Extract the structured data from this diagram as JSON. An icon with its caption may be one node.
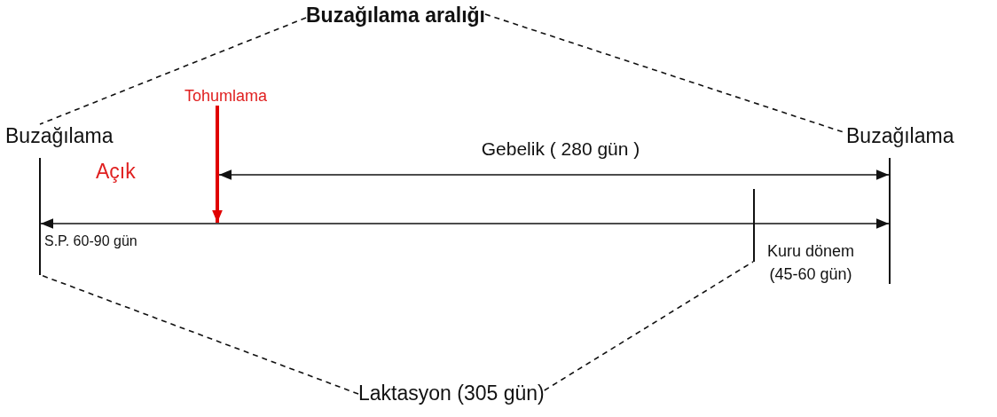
{
  "diagram": {
    "nodes": [
      {
        "text": [
          "Buzağılama aralığı"
        ]
      },
      {
        "text": [
          "Tohumlama"
        ]
      },
      {
        "text": [
          "Buzağılama"
        ]
      },
      {
        "text": [
          "Buzağılama"
        ]
      },
      {
        "text": [
          "Açık"
        ]
      },
      {
        "text": [],
        "shape": "bar"
      },
      {
        "text": [],
        "shape": "bar"
      },
      {
        "text": [],
        "shape": "bar"
      },
      {
        "text": [
          "S.P. 60-90 gün"
        ]
      },
      {
        "text": [
          "Kuru dönem (45-60 gün)"
        ]
      },
      {
        "text": [
          "Laktasyon (305 gün)"
        ]
      }
    ],
    "edges": [
      {
        "from": 0,
        "to": 2,
        "arrow": "none",
        "style": "dashed"
      },
      {
        "from": 0,
        "to": 3,
        "arrow": "none",
        "style": "dashed"
      },
      {
        "from": 1,
        "to": null,
        "arrow": "to",
        "style": "thick",
        "color": "#e00000"
      },
      {
        "from": null,
        "to": 7,
        "arrow": "both",
        "label": "Gebelik ( 280 gün )"
      },
      {
        "from": 5,
        "to": 7,
        "arrow": "both"
      },
      {
        "from": 10,
        "to": 5,
        "arrow": "none",
        "style": "dashed"
      },
      {
        "from": 10,
        "to": 6,
        "arrow": "none",
        "style": "dashed"
      }
    ]
  }
}
